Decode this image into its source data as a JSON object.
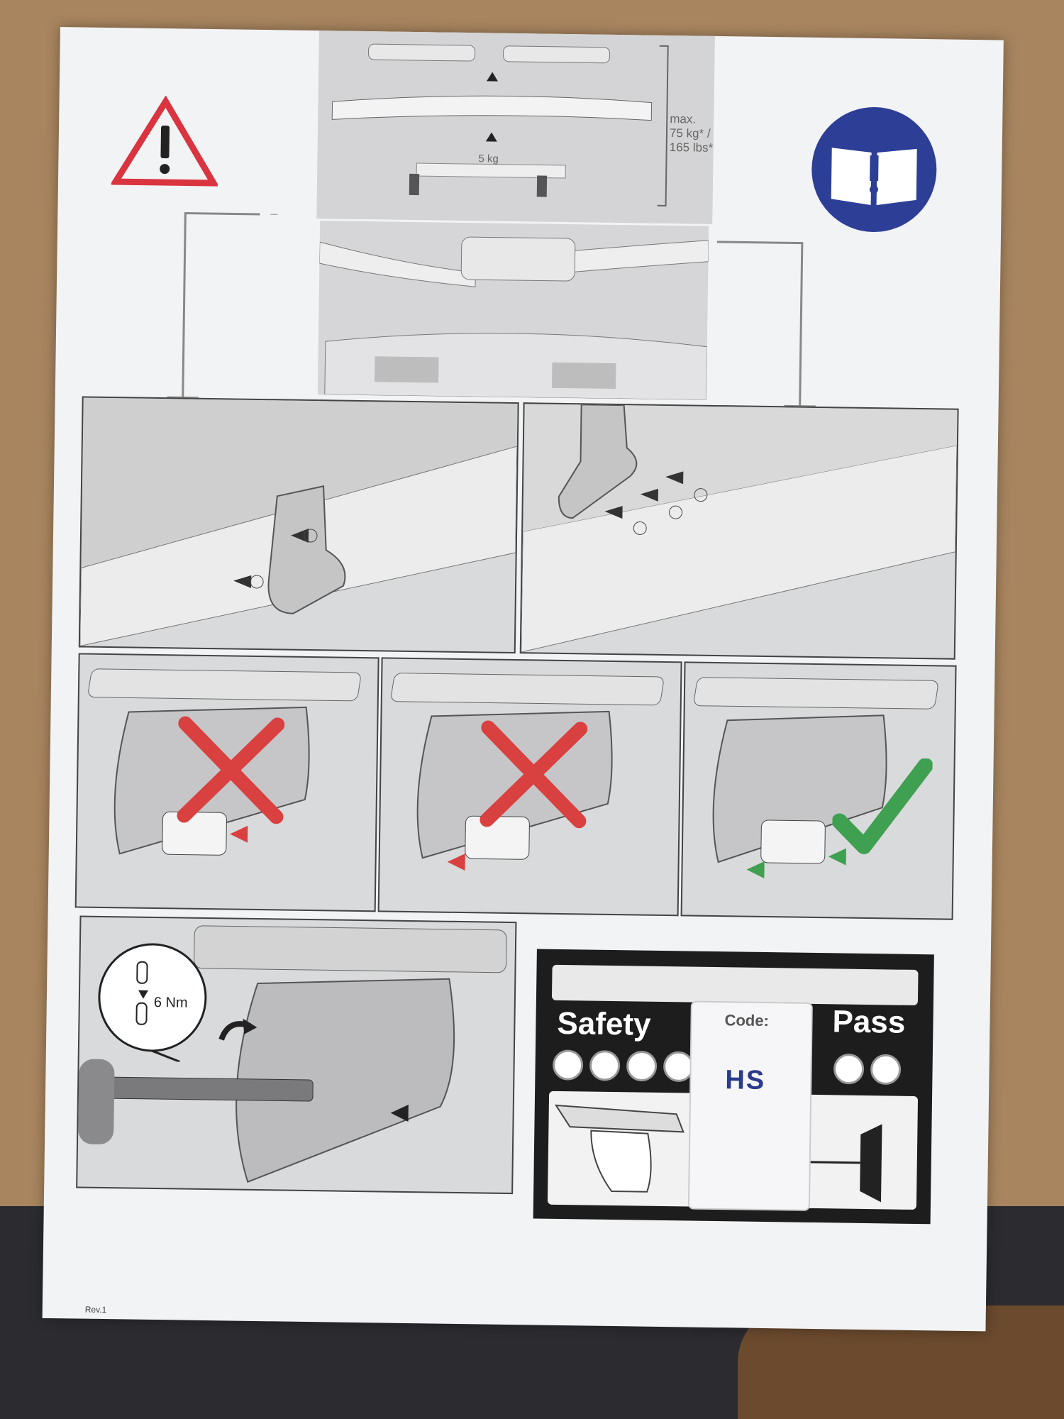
{
  "weight_limit": {
    "line1": "max.",
    "line2": "75 kg* /",
    "line3": "165 lbs*",
    "small_weight": "5 kg"
  },
  "torque": "6 Nm",
  "safety_card": {
    "word_left": "Safety",
    "word_right": "Pass",
    "code_label": "Code:",
    "code_value": "HS"
  },
  "revision": "Rev.1",
  "colors": {
    "warning_red": "#d9343f",
    "manual_blue": "#2d3e96",
    "cross_red": "#d94040",
    "check_green": "#3ea050"
  },
  "icons": {
    "warning": "warning-triangle-icon",
    "manual": "read-manual-icon",
    "wrong": "cross-mark-icon",
    "right": "check-mark-icon"
  }
}
